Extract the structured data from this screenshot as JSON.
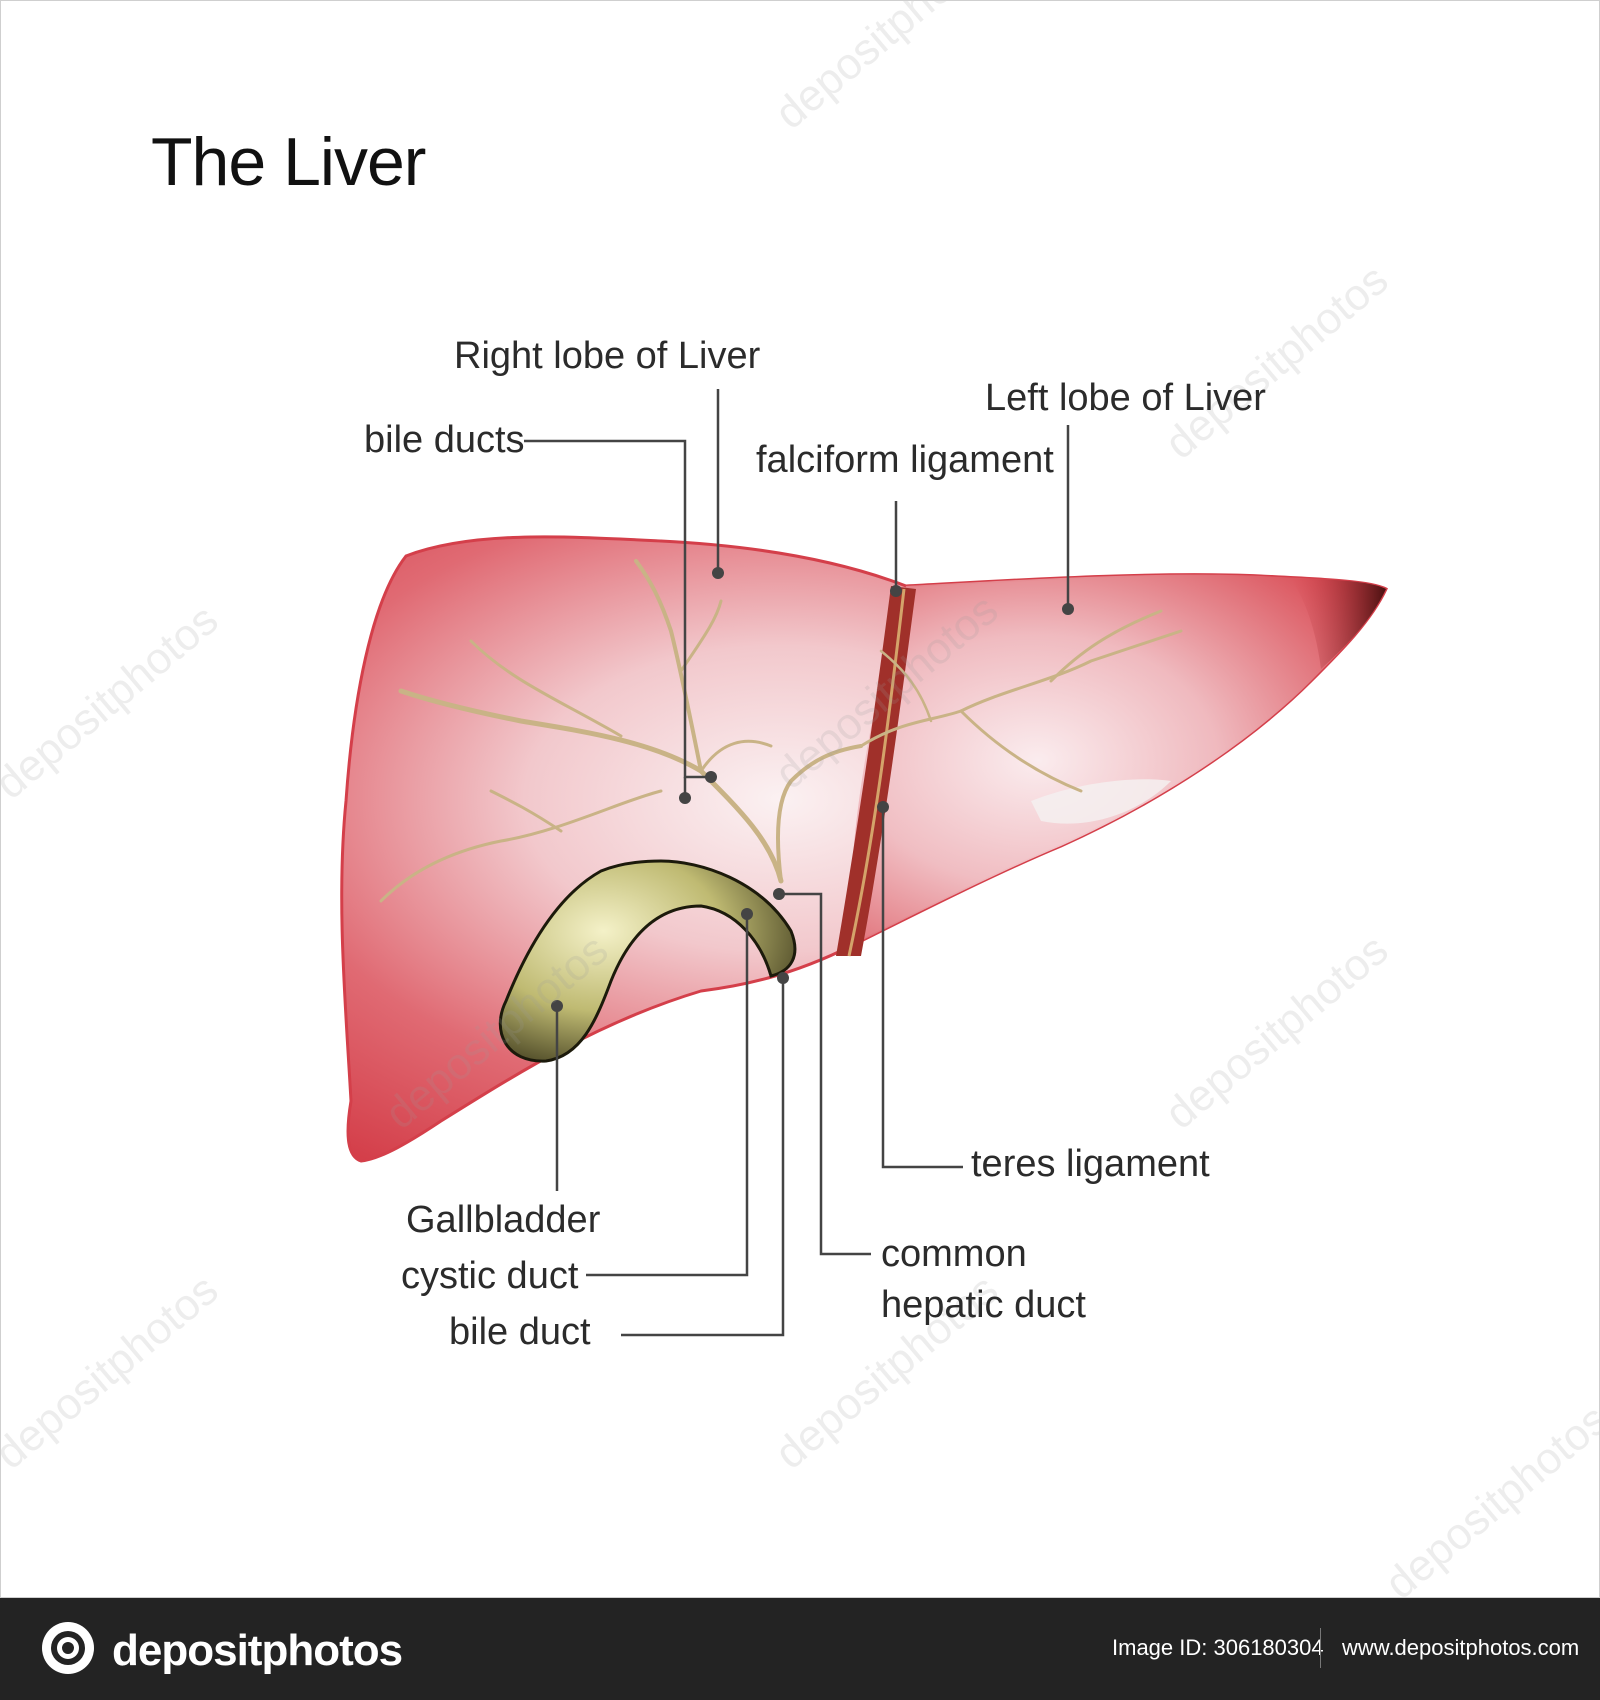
{
  "title": "The Liver",
  "labels": {
    "right_lobe": "Right lobe of Liver",
    "bile_ducts": "bile ducts",
    "falciform_ligament": "falciform ligament",
    "left_lobe": "Left lobe of Liver",
    "teres_ligament": "teres ligament",
    "gallbladder": "Gallbladder",
    "cystic_duct": "cystic duct",
    "bile_duct": "bile duct",
    "common_hepatic_duct_line1": "common",
    "common_hepatic_duct_line2": "hepatic duct"
  },
  "watermark": "depositphotos",
  "footer": {
    "brand": "depositphotos",
    "image_id": "Image ID: 306180304",
    "site": "www.depositphotos.com"
  },
  "colors": {
    "liver": "#d94b55",
    "liver_highlight": "#f7e8ea",
    "gallbladder": "#c9c48a",
    "ducts": "#c9b386",
    "ligament": "#a0302a",
    "leader_lines": "#444444",
    "footer_bg": "#232323"
  }
}
